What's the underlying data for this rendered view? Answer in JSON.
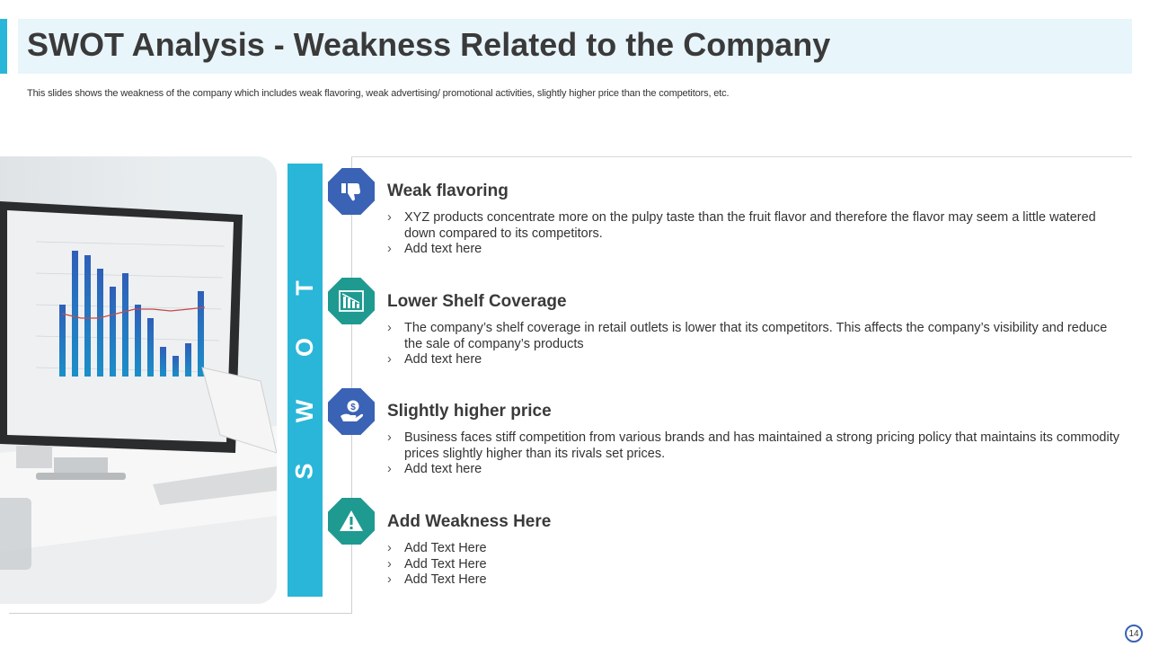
{
  "header": {
    "title": "SWOT Analysis - Weakness Related to the Company",
    "subtitle": "This slides shows the weakness of the company which includes weak flavoring, weak advertising/ promotional activities, slightly higher price than the competitors, etc."
  },
  "swot": {
    "letters": [
      "S",
      "W",
      "O",
      "T"
    ]
  },
  "items": [
    {
      "icon": "thumbs-down-icon",
      "title": "Weak flavoring",
      "bullets": [
        "XYZ products concentrate more on the pulpy taste than the fruit flavor and therefore the flavor may seem a little watered down compared to its competitors.",
        "Add text here"
      ]
    },
    {
      "icon": "declining-bar-chart-icon",
      "title": "Lower Shelf Coverage",
      "bullets": [
        "The company’s shelf coverage in retail outlets is lower that its competitors. This affects the company’s visibility and reduce the sale of company’s products",
        "Add text here"
      ]
    },
    {
      "icon": "hand-dollar-icon",
      "title": "Slightly higher price",
      "bullets": [
        "Business faces stiff competition from various brands and has maintained a strong pricing policy that maintains its commodity prices slightly higher than its rivals set prices.",
        "Add text here"
      ]
    },
    {
      "icon": "warning-icon",
      "title": "Add Weakness Here",
      "bullets": [
        "Add Text Here",
        "Add Text Here",
        "Add Text Here"
      ]
    }
  ],
  "footer": {
    "page_number": "14"
  },
  "colors": {
    "accent": "#29b6d8",
    "icon_blue": "#3a62b5",
    "icon_teal": "#1f9a90",
    "title_bg": "#e8f5fa"
  }
}
